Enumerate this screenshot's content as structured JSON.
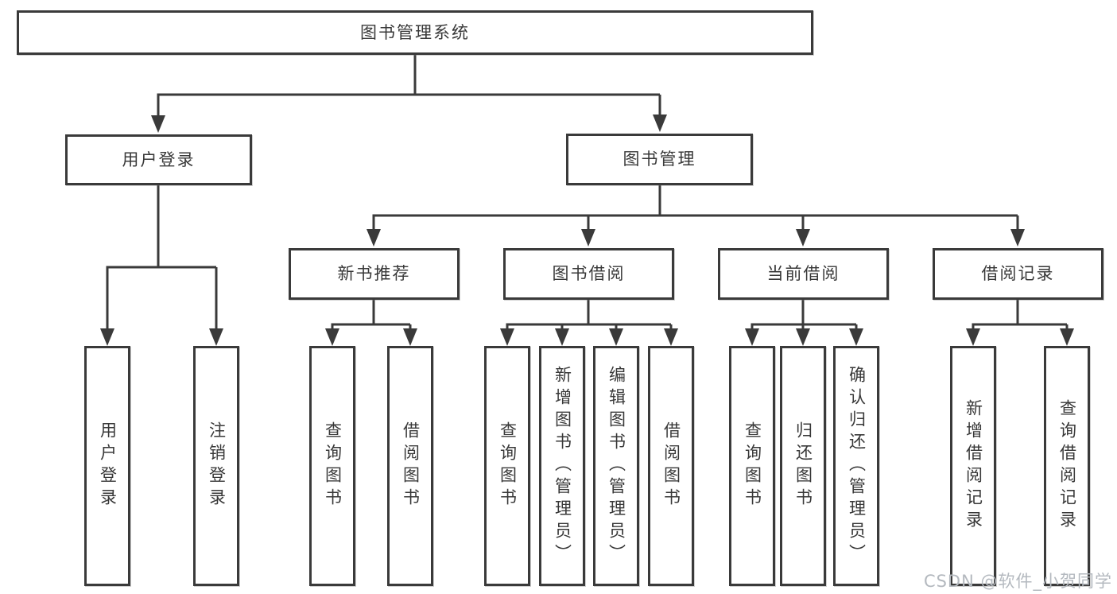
{
  "page": {
    "background": "#ffffff"
  },
  "colors": {
    "line": "#3a3a3a",
    "box_border": "#3a3a3a",
    "text": "#383838",
    "watermark": "#b4b9bf"
  },
  "watermark": {
    "text": "CSDN @软件_小贺同学"
  },
  "diagram": {
    "root": {
      "label": "图书管理系统"
    },
    "level2": [
      {
        "id": "user-login-module",
        "label": "用户登录",
        "parent": "图书管理系统"
      },
      {
        "id": "book-management-module",
        "label": "图书管理",
        "parent": "图书管理系统"
      }
    ],
    "level3": [
      {
        "id": "new-book-recommend",
        "label": "新书推荐",
        "parent": "图书管理"
      },
      {
        "id": "book-borrowing",
        "label": "图书借阅",
        "parent": "图书管理"
      },
      {
        "id": "current-borrowing",
        "label": "当前借阅",
        "parent": "图书管理"
      },
      {
        "id": "borrowing-records",
        "label": "借阅记录",
        "parent": "图书管理"
      }
    ],
    "leaves": [
      {
        "label": "用户登录",
        "parent": "用户登录"
      },
      {
        "label": "注销登录",
        "parent": "用户登录"
      },
      {
        "label": "查询图书",
        "parent": "新书推荐"
      },
      {
        "label": "借阅图书",
        "parent": "新书推荐"
      },
      {
        "label": "查询图书",
        "parent": "图书借阅"
      },
      {
        "label": "新增图书（管理员）",
        "parent": "图书借阅"
      },
      {
        "label": "编辑图书（管理员）",
        "parent": "图书借阅"
      },
      {
        "label": "借阅图书",
        "parent": "图书借阅"
      },
      {
        "label": "查询图书",
        "parent": "当前借阅"
      },
      {
        "label": "归还图书",
        "parent": "当前借阅"
      },
      {
        "label": "确认归还（管理员）",
        "parent": "当前借阅"
      },
      {
        "label": "新增借阅记录",
        "parent": "借阅记录"
      },
      {
        "label": "查询借阅记录",
        "parent": "借阅记录"
      }
    ]
  }
}
